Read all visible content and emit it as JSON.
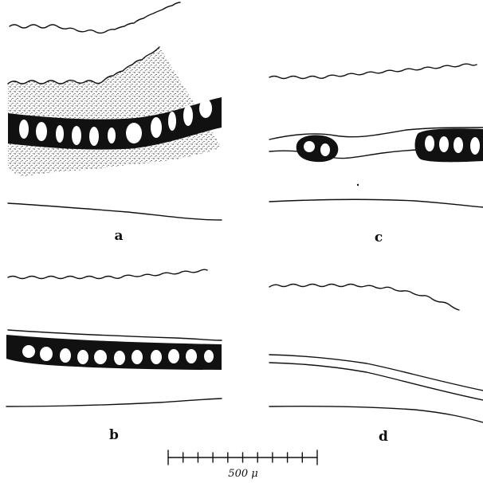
{
  "panels": [
    {
      "label": "a"
    },
    {
      "label": "b"
    },
    {
      "label": "c"
    },
    {
      "label": "d"
    }
  ],
  "scale_bar": {
    "label": "500 μ",
    "divisions": 10
  },
  "colors": {
    "ink": "#111111",
    "paper": "#ffffff",
    "stipple": "#1a1a1a"
  }
}
